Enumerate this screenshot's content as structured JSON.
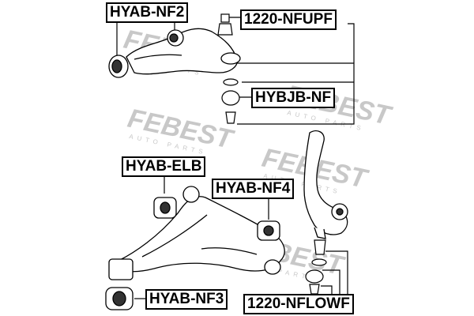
{
  "labels": {
    "hyab_nf2": "HYAB-NF2",
    "nfupf": "1220-NFUPF",
    "hybjb_nf": "HYBJB-NF",
    "hyab_elb": "HYAB-ELB",
    "hyab_nf4": "HYAB-NF4",
    "hyab_nf3": "HYAB-NF3",
    "nflowf": "1220-NFLOWF"
  },
  "watermark": {
    "brand": "FEBEST",
    "sub": "AUTO PARTS"
  },
  "colors": {
    "line": "#000000",
    "watermark": "#c8c8c8"
  }
}
